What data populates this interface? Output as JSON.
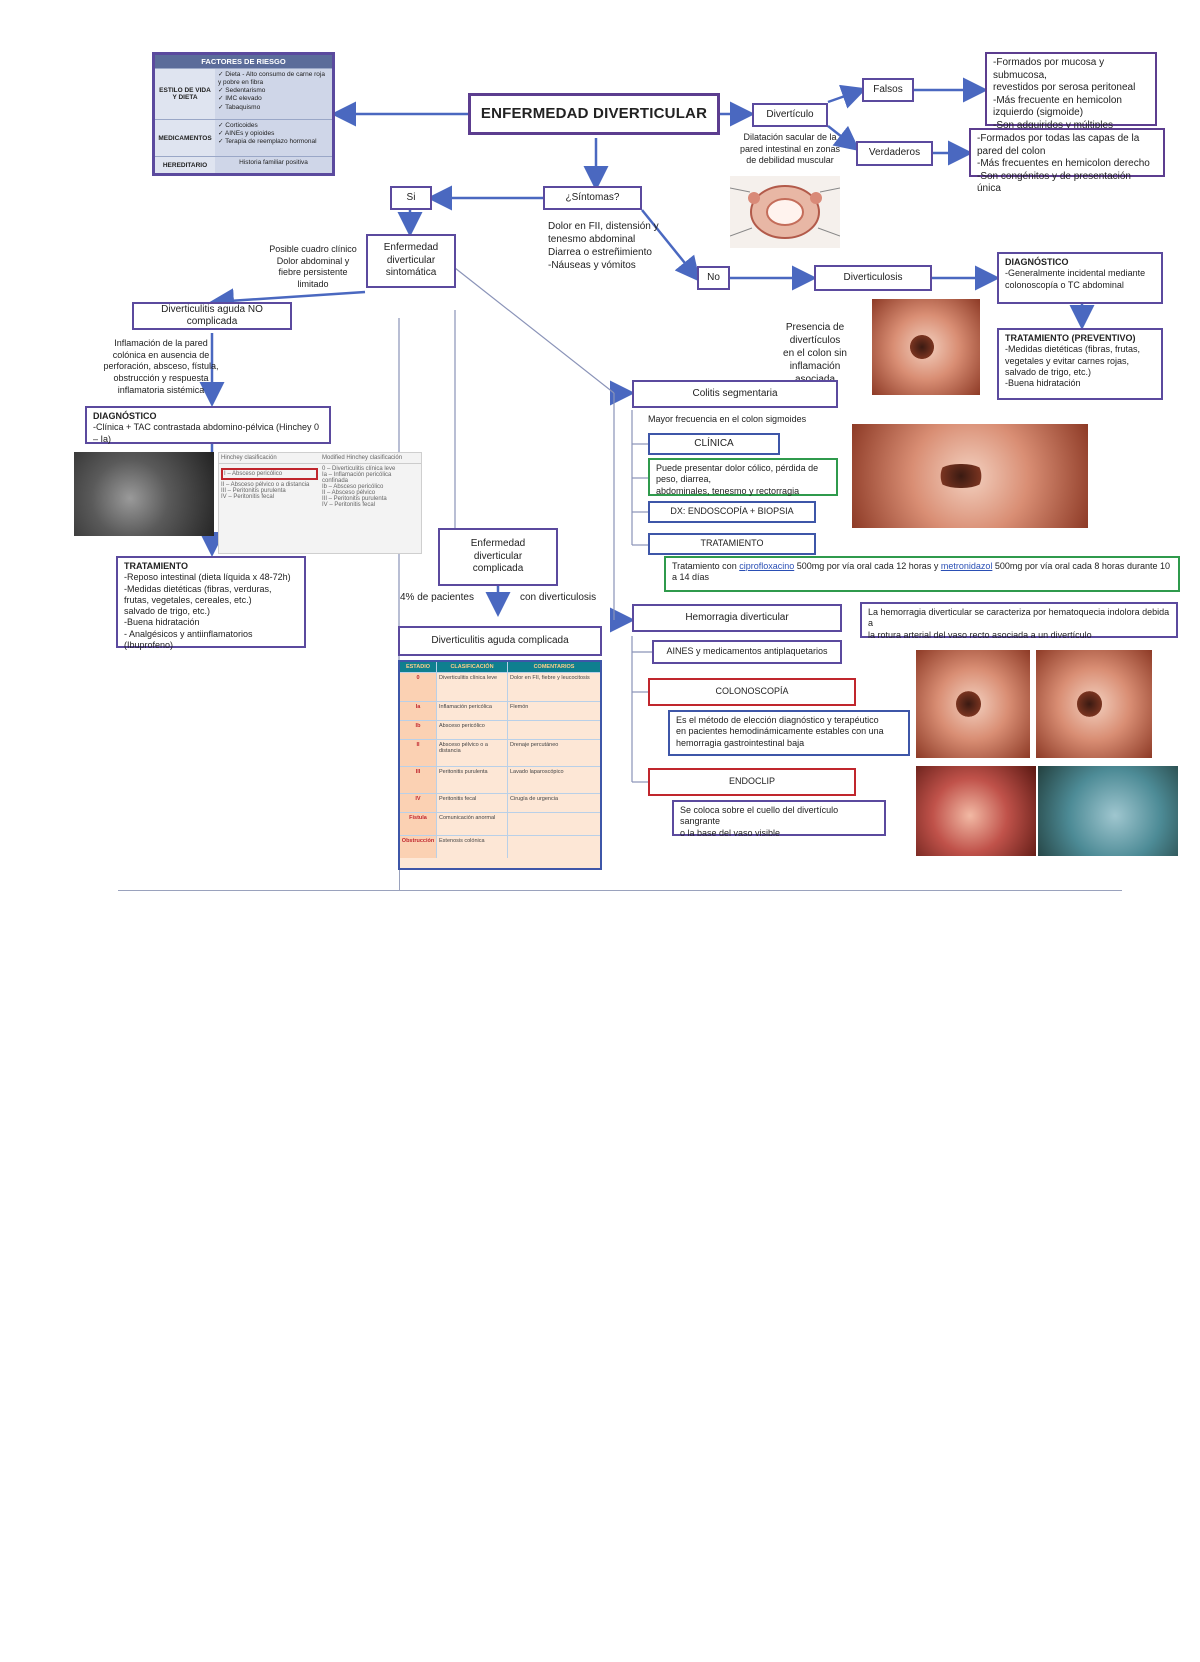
{
  "risk_factors": {
    "header": "FACTORES DE RIESGO",
    "rows": [
      {
        "label": "ESTILO DE VIDA Y DIETA",
        "items": [
          "✓ Dieta - Alto consumo de carne roja y pobre en fibra",
          "✓ Sedentarismo",
          "✓ IMC elevado",
          "✓ Tabaquismo"
        ]
      },
      {
        "label": "MEDICAMENTOS",
        "items": [
          "✓ Corticoides",
          "✓ AINEs y opioides",
          "✓ Terapia de reemplazo hormonal"
        ]
      },
      {
        "label": "HEREDITARIO",
        "items": [
          "Historia familiar positiva"
        ]
      }
    ]
  },
  "main_title": "ENFERMEDAD DIVERTICULAR",
  "diverticulo": {
    "label": "Divertículo",
    "note": "Dilatación sacular de la pared intestinal en zonas de debilidad muscular",
    "falsos": "Falsos",
    "falsos_desc": [
      "-Formados por mucosa y submucosa,",
      "revestidos por serosa peritoneal",
      "-Más frecuente en hemicolon",
      "izquierdo (sigmoide)",
      "-Son adquiridos y múltiples"
    ],
    "verdaderos": "Verdaderos",
    "verdaderos_desc": [
      "-Formados por todas las capas de la pared del colon",
      "-Más frecuentes en hemicolon derecho",
      "-Son congénitos y de presentación única"
    ]
  },
  "sintomas": {
    "question": "¿Síntomas?",
    "desc": [
      "Dolor en FII, distensión y",
      "tenesmo abdominal",
      "Diarrea o estreñimiento",
      "-Náuseas y vómitos"
    ],
    "si": "Si",
    "no": "No"
  },
  "diverticulosis": {
    "label": "Diverticulosis",
    "presence": [
      "Presencia de divertículos",
      "en el colon sin inflamación",
      "asociada"
    ],
    "diagnostico_title": "DIAGNÓSTICO",
    "diagnostico": [
      "-Generalmente incidental mediante",
      "colonoscopía o TC abdominal"
    ],
    "tratamiento_title": "TRATAMIENTO (PREVENTIVO)",
    "tratamiento": [
      "-Medidas dietéticas (fibras, frutas,",
      "vegetales y evitar carnes rojas,",
      "salvado de trigo, etc.)",
      "-Buena hidratación"
    ]
  },
  "sintomatica": {
    "side_note": [
      "Posible cuadro clínico",
      "Dolor abdominal y",
      "fiebre persistente",
      "limitado"
    ],
    "label": [
      "Enfermedad",
      "diverticular",
      "sintomática"
    ]
  },
  "aguda": {
    "label": "Diverticulitis aguda NO complicada",
    "inflam": [
      "Inflamación de la pared",
      "colónica en ausencia de",
      "perforación, absceso, fístula,",
      "obstrucción y respuesta",
      "inflamatoria sistémica"
    ],
    "diag_title": "DIAGNÓSTICO",
    "diag": "-Clínica + TAC contrastada abdomino-pélvica (Hinchey 0 – Ia)",
    "trat_title": "TRATAMIENTO",
    "trat": [
      "-Reposo intestinal (dieta líquida x 48-72h)",
      "-Medidas dietéticas (fibras, verduras,",
      "frutas, vegetales, cereales, etc.)",
      "salvado de trigo, etc.)",
      "-Buena hidratación",
      "- Analgésicos y antiinflamatorios (Ibuprofeno)"
    ]
  },
  "hinchey": {
    "col1": "Hinchey clasificación",
    "col2": "Modified Hinchey clasificación",
    "rows": [
      "I – Absceso pericólico",
      "II – Absceso pélvico o a distancia",
      "III – Peritonitis purulenta",
      "IV – Peritonitis fecal"
    ],
    "rows2": [
      "0 – Diverticulitis clínica leve",
      "Ia – Inflamación pericólica confinada",
      "Ib – Absceso pericólico",
      "II – Absceso pélvico",
      "III – Peritonitis purulenta",
      "IV – Peritonitis fecal"
    ]
  },
  "complicada": {
    "label": [
      "Enfermedad",
      "diverticular",
      "complicada"
    ],
    "pct": "4% de pacientes",
    "pct2": "con diverticulosis",
    "aguda_label": "Diverticulitis aguda complicada",
    "table_head": [
      "ESTADIO",
      "CLASIFICACIÓN",
      "COMENTARIOS"
    ],
    "table_rows": [
      [
        "0",
        "Diverticulitis clínica leve",
        "Dolor en FII, fiebre y leucocitosis"
      ],
      [
        "Ia",
        "Inflamación pericólica",
        "Flemón"
      ],
      [
        "Ib",
        "Absceso pericólico",
        ""
      ],
      [
        "II",
        "Absceso pélvico o a distancia",
        "Drenaje percutáneo"
      ],
      [
        "III",
        "Peritonitis purulenta",
        "Lavado laparoscópico"
      ],
      [
        "IV",
        "Peritonitis fecal",
        "Cirugía de urgencia"
      ],
      [
        "Fístula",
        "Comunicación anormal",
        ""
      ],
      [
        "Obstrucción",
        "Estenosis colónica",
        ""
      ]
    ]
  },
  "colitis": {
    "label": "Colitis segmentaria",
    "freq": "Mayor frecuencia en el colon sigmoides",
    "clinica": "CLÍNICA",
    "clinica_desc": [
      "Puede presentar dolor cólico, pérdida de peso, diarrea,",
      "abdominales, tenesmo y rectorragia"
    ],
    "dx": "DX: ENDOSCOPÍA + BIOPSIA",
    "trat": "TRATAMIENTO",
    "trat_pre": "Tratamiento con ",
    "trat_drug1": "ciprofloxacino",
    "trat_mid": " 500mg por vía oral cada 12 horas y ",
    "trat_drug2": "metronidazol",
    "trat_post": " 500mg por vía oral cada 8 horas durante 10 a 14 días"
  },
  "hemorragia": {
    "label": "Hemorragia diverticular",
    "desc": [
      "La hemorragia diverticular se caracteriza por hematoquecia indolora debida a",
      "la rotura arterial del vaso recto asociada a un divertículo"
    ],
    "aines": "AINES y medicamentos antiplaquetarios",
    "colon": "COLONOSCOPÍA",
    "colon_desc": [
      "Es el método de elección diagnóstico y terapéutico",
      "en pacientes hemodinámicamente estables con una",
      "hemorragia gastrointestinal baja"
    ],
    "endo": "ENDOCLIP",
    "endo_desc": [
      "Se coloca sobre el cuello del divertículo sangrante",
      "o la base del vaso visible"
    ]
  },
  "colors": {
    "purple": "#5b4a9e",
    "blue": "#3e56a8",
    "green": "#2f9a4c",
    "red": "#c0262d",
    "arrow": "#4a68c0"
  }
}
